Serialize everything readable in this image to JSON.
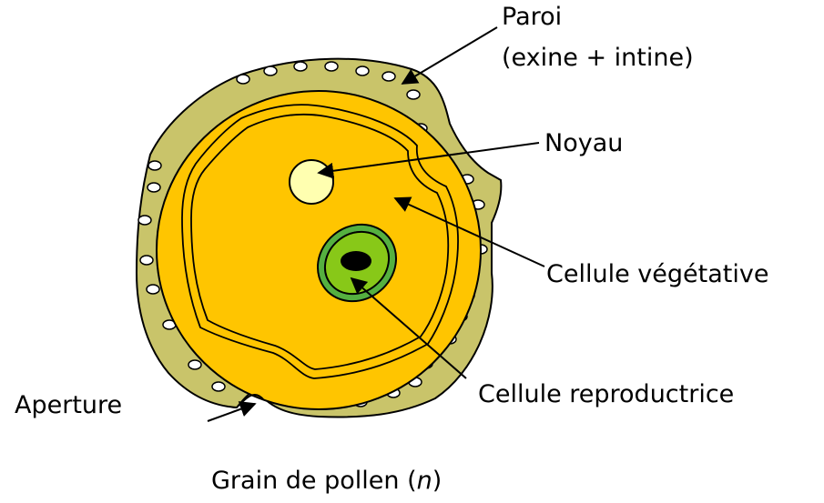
{
  "diagram": {
    "labels": {
      "paroi_line1": "Paroi",
      "paroi_line2": "(exine + intine)",
      "noyau": "Noyau",
      "vegetative": "Cellule végétative",
      "reproductrice": "Cellule reproductrice",
      "aperture": "Aperture"
    },
    "caption": {
      "prefix": "Grain de pollen (",
      "italic": "n",
      "suffix": ")"
    }
  },
  "colors": {
    "wall": "#c9c46a",
    "cytoplasm": "#ffc500",
    "nucleus": "#ffffb0",
    "generative_outer": "#55b040",
    "generative_inner": "#88c818",
    "stroke": "#000000"
  }
}
